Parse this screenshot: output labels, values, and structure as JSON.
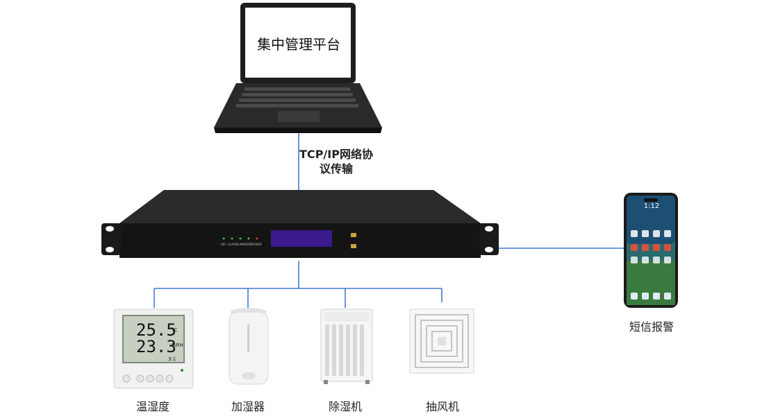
{
  "platform": {
    "label": "集中管理平台"
  },
  "link": {
    "label_line1": "TCP/IP网络协",
    "label_line2": "议传输"
  },
  "controller": {
    "indicators": [
      "REC",
      "ALARM",
      "LAN",
      "WORK",
      "POWER"
    ]
  },
  "phone": {
    "label": "短信报警",
    "time": "1:12"
  },
  "sensor_display": {
    "temperature": "25.5",
    "temp_unit": "°C",
    "humidity": "23.3",
    "humidity_unit": "%RH",
    "footer": "3:1"
  },
  "devices": [
    {
      "label": "温湿度"
    },
    {
      "label": "加湿器"
    },
    {
      "label": "除湿机"
    },
    {
      "label": "抽风机"
    }
  ],
  "colors": {
    "connector": "#3d7bd1",
    "device_body": "#1c1c1c",
    "display": "#3a1a8c"
  }
}
